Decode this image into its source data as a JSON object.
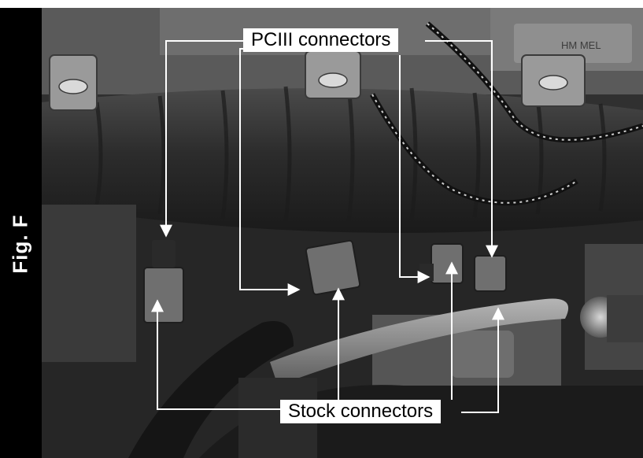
{
  "figure": {
    "fig_label": "Fig. F",
    "photo_subject": "motorcycle-engine-wiring-harness-photo",
    "callouts": {
      "pciii_connectors": "PCIII connectors",
      "stock_connectors": "Stock connectors"
    },
    "embossed_text": "HM MEL",
    "colors": {
      "sidebar": "#000000",
      "sidebar_text": "#ffffff",
      "callout_bg": "#ffffff",
      "callout_text": "#000000",
      "leader_lines": "#ffffff"
    }
  }
}
